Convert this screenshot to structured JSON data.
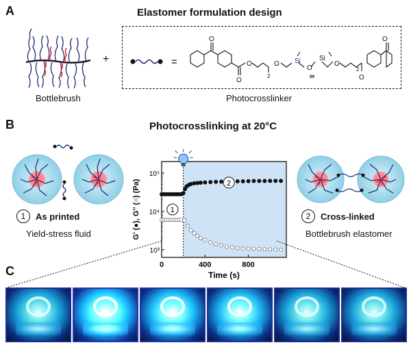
{
  "panel_a": {
    "letter": "A",
    "heading": "Elastomer formulation design",
    "bottlebrush_label": "Bottlebrush",
    "plus": "+",
    "equals": "=",
    "photocrosslinker_label": "Photocrosslinker",
    "formula": {
      "o1": "O",
      "o2": "O",
      "o3": "O",
      "o4": "O",
      "o5": "O",
      "o6": "O",
      "o7": "O",
      "si1": "Si",
      "si2": "Si",
      "sub2a": "2",
      "sub2b": "2",
      "subm": "m"
    }
  },
  "panel_b": {
    "letter": "B",
    "heading": "Photocrosslinking at 20°C",
    "state1_num": "1",
    "state1_label": "As printed",
    "state1_desc": "Yield-stress fluid",
    "state2_num": "2",
    "state2_label": "Cross-linked",
    "state2_desc": "Bottlebrush elastomer"
  },
  "panel_c": {
    "letter": "C"
  },
  "chart_data": {
    "type": "scatter",
    "xlabel": "Time (s)",
    "ylabel": "G' (●), G'' (○) (Pa)",
    "x_ticks": [
      "0",
      "400",
      "800"
    ],
    "y_ticks": [
      "10³",
      "10⁴",
      "10⁵"
    ],
    "xlim": [
      0,
      1150
    ],
    "ylim_log10": [
      2.8,
      5.3
    ],
    "uv_on_time": 200,
    "region_labels": [
      "1",
      "2"
    ],
    "series": [
      {
        "marker": "filled",
        "points": [
          [
            0,
            28000
          ],
          [
            20,
            28000
          ],
          [
            40,
            28000
          ],
          [
            60,
            28000
          ],
          [
            80,
            28000
          ],
          [
            100,
            28000
          ],
          [
            120,
            28000
          ],
          [
            140,
            28000
          ],
          [
            160,
            28000
          ],
          [
            180,
            28000
          ],
          [
            200,
            30000
          ],
          [
            215,
            38000
          ],
          [
            230,
            45000
          ],
          [
            250,
            49000
          ],
          [
            270,
            52000
          ],
          [
            300,
            54000
          ],
          [
            330,
            55000
          ],
          [
            360,
            56000
          ],
          [
            400,
            57000
          ],
          [
            450,
            58000
          ],
          [
            500,
            59000
          ],
          [
            550,
            59500
          ],
          [
            600,
            60000
          ],
          [
            650,
            60500
          ],
          [
            700,
            61000
          ],
          [
            750,
            61000
          ],
          [
            800,
            61500
          ],
          [
            850,
            62000
          ],
          [
            900,
            62000
          ],
          [
            950,
            62000
          ],
          [
            1000,
            62500
          ],
          [
            1050,
            62500
          ],
          [
            1100,
            62500
          ]
        ]
      },
      {
        "marker": "open",
        "points": [
          [
            0,
            6000
          ],
          [
            20,
            6000
          ],
          [
            40,
            6000
          ],
          [
            60,
            6000
          ],
          [
            80,
            6000
          ],
          [
            100,
            6000
          ],
          [
            120,
            6000
          ],
          [
            140,
            6000
          ],
          [
            160,
            6000
          ],
          [
            180,
            6000
          ],
          [
            210,
            5800
          ],
          [
            240,
            4200
          ],
          [
            270,
            3200
          ],
          [
            300,
            2700
          ],
          [
            330,
            2300
          ],
          [
            360,
            2000
          ],
          [
            400,
            1800
          ],
          [
            450,
            1550
          ],
          [
            500,
            1400
          ],
          [
            550,
            1300
          ],
          [
            600,
            1200
          ],
          [
            650,
            1150
          ],
          [
            700,
            1100
          ],
          [
            750,
            1080
          ],
          [
            800,
            1060
          ],
          [
            850,
            1050
          ],
          [
            900,
            1040
          ],
          [
            950,
            1030
          ],
          [
            1000,
            1020
          ],
          [
            1050,
            1010
          ],
          [
            1100,
            1000
          ]
        ]
      }
    ]
  },
  "colors": {
    "plot_bg": "#cfe3f7",
    "dashed": "#111111",
    "halo": "#9fd6ea",
    "core": "#ff5c6a",
    "chain": "#1a2a7a"
  }
}
